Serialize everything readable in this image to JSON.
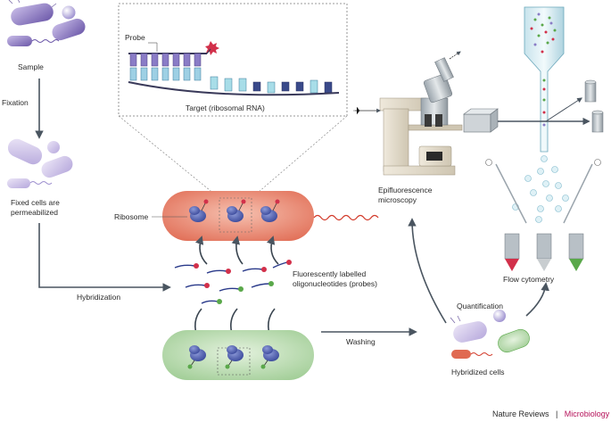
{
  "labels": {
    "sample": "Sample",
    "fixation": "Fixation",
    "fixed_cells_line1": "Fixed cells are",
    "fixed_cells_line2": "permeabilized",
    "hybridization": "Hybridization",
    "probe": "Probe",
    "target": "Target (ribosomal RNA)",
    "ribosome": "Ribosome",
    "probes_line1": "Fluorescently labelled",
    "probes_line2": "oligonucleotides (probes)",
    "washing": "Washing",
    "epi_line1": "Epifluorescence",
    "epi_line2": "microscopy",
    "quantification": "Quantification",
    "hybridized_cells": "Hybridized cells",
    "flow_cytometry": "Flow cytometry"
  },
  "credit": {
    "journal": "Nature Reviews",
    "separator": "|",
    "section": "Microbiology"
  },
  "colors": {
    "purple_cell": "#8e7cc3",
    "red_cell": "#e8826a",
    "green_cell": "#a9d3a0",
    "ribosome": "#4a5aa8",
    "arrow": "#4a5560"
  }
}
